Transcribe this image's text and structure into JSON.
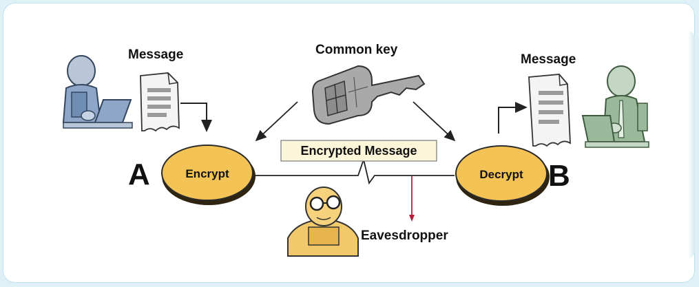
{
  "diagram": {
    "sender_letter": "A",
    "receiver_letter": "B",
    "message_label_left": "Message",
    "message_label_right": "Message",
    "key_label": "Common key",
    "encrypt_label": "Encrypt",
    "decrypt_label": "Decrypt",
    "channel_label": "Encrypted Message",
    "eavesdropper_label": "Eavesdropper"
  },
  "colors": {
    "oval_fill": "#f3c455",
    "label_box": "#fbf6d9",
    "tap_line": "#b3223a",
    "person_a": "#8ea7c8",
    "person_b": "#9ab99a",
    "eavesdropper": "#f1c86a"
  }
}
